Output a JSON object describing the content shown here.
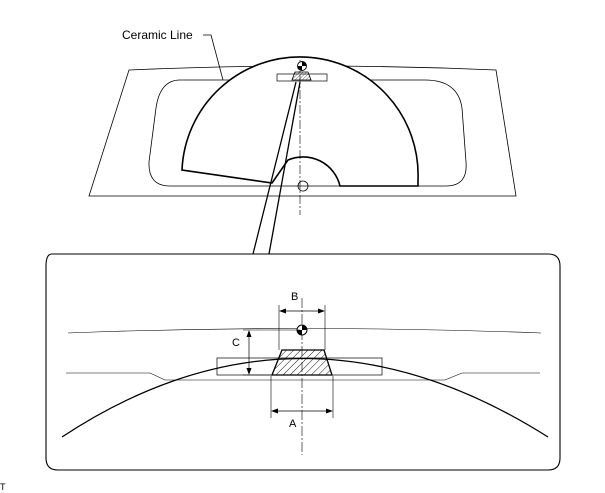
{
  "labels": {
    "ceramic_line": "Ceramic Line",
    "dim_a": "A",
    "dim_b": "B",
    "dim_c": "C",
    "corner_mark": "T"
  },
  "colors": {
    "stroke": "#000000",
    "background": "#ffffff"
  }
}
